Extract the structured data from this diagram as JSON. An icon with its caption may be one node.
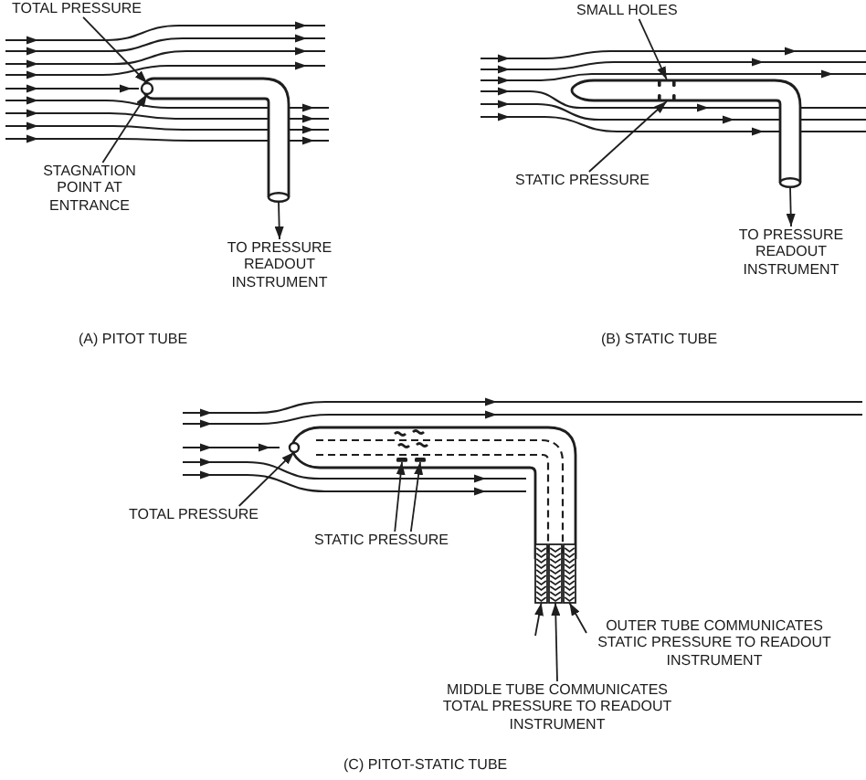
{
  "diagram": {
    "nodes": [
      {
        "text": [
          "TOTAL PRESSURE"
        ]
      },
      {
        "text": [],
        "shape": "circle"
      },
      {
        "text": [
          "STAGNATION POINT AT ENTRANCE"
        ]
      },
      {
        "text": [],
        "shape": "circle"
      },
      {
        "text": [
          "TO PRESSURE READOUT INSTRUMENT"
        ]
      },
      {
        "text": [
          "SMALL HOLES"
        ]
      },
      {
        "text": [],
        "shape": "bar"
      },
      {
        "text": [],
        "shape": "bar"
      },
      {
        "text": [
          "STATIC PRESSURE"
        ]
      },
      {
        "text": [],
        "shape": "circle"
      },
      {
        "text": [
          "TO PRESSURE READOUT INSTRUMENT"
        ]
      },
      {
        "text": [],
        "shape": "circle"
      },
      {
        "text": [],
        "shape": "bar"
      },
      {
        "text": [],
        "shape": "bar"
      },
      {
        "text": [
          "TOTAL PRESSURE"
        ]
      },
      {
        "text": [
          "STATIC PRESSURE"
        ]
      },
      {
        "text": [],
        "shape": "bar"
      },
      {
        "text": [
          "OUTER TUBE COMMUNICATES STATIC PRESSURE TO READOUT INSTRUMENT"
        ]
      },
      {
        "text": [
          "MIDDLE TUBE COMMUNICATES TOTAL PRESSURE TO READOUT INSTRUMENT"
        ]
      }
    ],
    "edges": [
      {
        "from": 0,
        "to": 1,
        "arrow": "to"
      },
      {
        "from": 2,
        "to": 1,
        "arrow": "to"
      },
      {
        "from": 3,
        "to": 4,
        "arrow": "to"
      },
      {
        "from": 5,
        "to": 6,
        "arrow": "to"
      },
      {
        "from": 8,
        "to": 7,
        "arrow": "to"
      },
      {
        "from": 9,
        "to": 10,
        "arrow": "to"
      },
      {
        "from": 14,
        "to": 11,
        "arrow": "to"
      },
      {
        "from": 15,
        "to": 12,
        "arrow": "to"
      },
      {
        "from": 15,
        "to": 13,
        "arrow": "to"
      },
      {
        "from": null,
        "to": 16,
        "arrow": "to"
      },
      {
        "from": 18,
        "to": 16,
        "arrow": "to"
      },
      {
        "from": 17,
        "to": 16,
        "arrow": "to"
      }
    ],
    "labels": [
      "(A) PITOT TUBE",
      "(B) STATIC TUBE",
      "(C) PITOT-STATIC TUBE"
    ]
  }
}
